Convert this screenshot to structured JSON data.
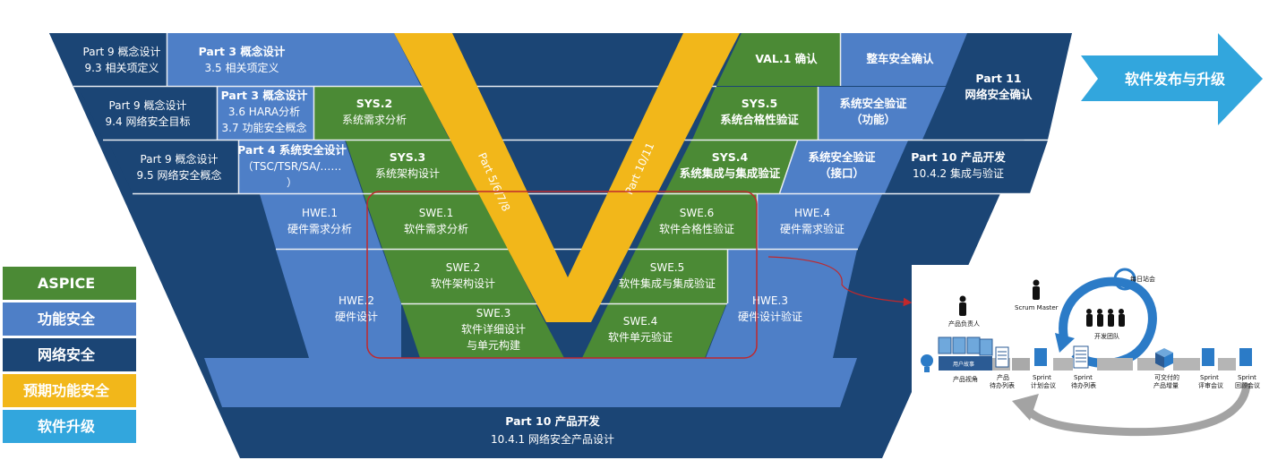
{
  "colors": {
    "aspice": "#4b8a35",
    "functional_safety": "#4e7fc7",
    "cybersecurity": "#1b4575",
    "sotif": "#f2b71a",
    "software_update": "#32a6dd",
    "highlight_box": "#c0282c"
  },
  "legend": [
    {
      "label": "ASPICE"
    },
    {
      "label": "功能安全"
    },
    {
      "label": "网络安全"
    },
    {
      "label": "预期功能安全"
    },
    {
      "label": "软件升级"
    }
  ],
  "left": {
    "r1": {
      "a": [
        "Part 9 概念设计",
        "9.3 相关项定义"
      ],
      "b": [
        "Part 3 概念设计",
        "3.5 相关项定义"
      ]
    },
    "r2": {
      "a": [
        "Part 9 概念设计",
        "9.4 网络安全目标"
      ],
      "b": [
        "Part 3 概念设计",
        "3.6 HARA分析",
        "3.7 功能安全概念"
      ],
      "c": [
        "SYS.2",
        "系统需求分析"
      ]
    },
    "r3": {
      "a": [
        "Part 9 概念设计",
        "9.5 网络安全概念"
      ],
      "b": [
        "Part 4 系统安全设计",
        "（TSC/TSR/SA/……",
        "）"
      ],
      "c": [
        "SYS.3",
        "系统架构设计"
      ]
    },
    "r4": {
      "b": [
        "HWE.1",
        "硬件需求分析"
      ],
      "c": [
        "SWE.1",
        "软件需求分析"
      ]
    },
    "r5": {
      "b": [
        "HWE.2",
        "硬件设计"
      ],
      "c": [
        "SWE.2",
        "软件架构设计"
      ]
    },
    "r6": {
      "c": [
        "SWE.3",
        "软件详细设计",
        "与单元构建"
      ]
    }
  },
  "right": {
    "r1": {
      "c": [
        "VAL.1 确认"
      ],
      "b": [
        "整车安全确认"
      ],
      "a": [
        "Part 11",
        "网络安全确认"
      ]
    },
    "r2": {
      "c": [
        "SYS.5",
        "系统合格性验证"
      ],
      "b": [
        "系统安全验证",
        "（功能）"
      ]
    },
    "r3": {
      "c": [
        "SYS.4",
        "系统集成与集成验证"
      ],
      "b": [
        "系统安全验证",
        "（接口）"
      ],
      "a": [
        "Part 10 产品开发",
        "10.4.2 集成与验证"
      ]
    },
    "r4": {
      "c": [
        "SWE.6",
        "软件合格性验证"
      ],
      "b": [
        "HWE.4",
        "硬件需求验证"
      ]
    },
    "r5": {
      "c": [
        "SWE.5",
        "软件集成与集成验证"
      ],
      "b": [
        "HWE.3",
        "硬件设计验证"
      ]
    },
    "r6": {
      "c": [
        "SWE.4",
        "软件单元验证"
      ]
    }
  },
  "bottom": [
    "Part 10 产品开发",
    "10.4.1 网络安全产品设计"
  ],
  "v_left_label": "Part 5/6/7/8",
  "v_right_label": "Part 10/11",
  "arrow_label": "软件发布与升级",
  "scrum": {
    "product_owner": "产品负责人",
    "scrum_master": "Scrum Master",
    "daily_standup": "每日站会",
    "dev_team": "开发团队",
    "user_story": "用户故事",
    "product_vision": "产品视角",
    "product_backlog": [
      "产品",
      "待办列表"
    ],
    "sprint_planning": [
      "Sprint",
      "计划会议"
    ],
    "sprint_backlog": [
      "Sprint",
      "待办列表"
    ],
    "increment": [
      "可交付的",
      "产品增量"
    ],
    "sprint_review": [
      "Sprint",
      "评审会议"
    ],
    "sprint_retro": [
      "Sprint",
      "回顾会议"
    ]
  }
}
